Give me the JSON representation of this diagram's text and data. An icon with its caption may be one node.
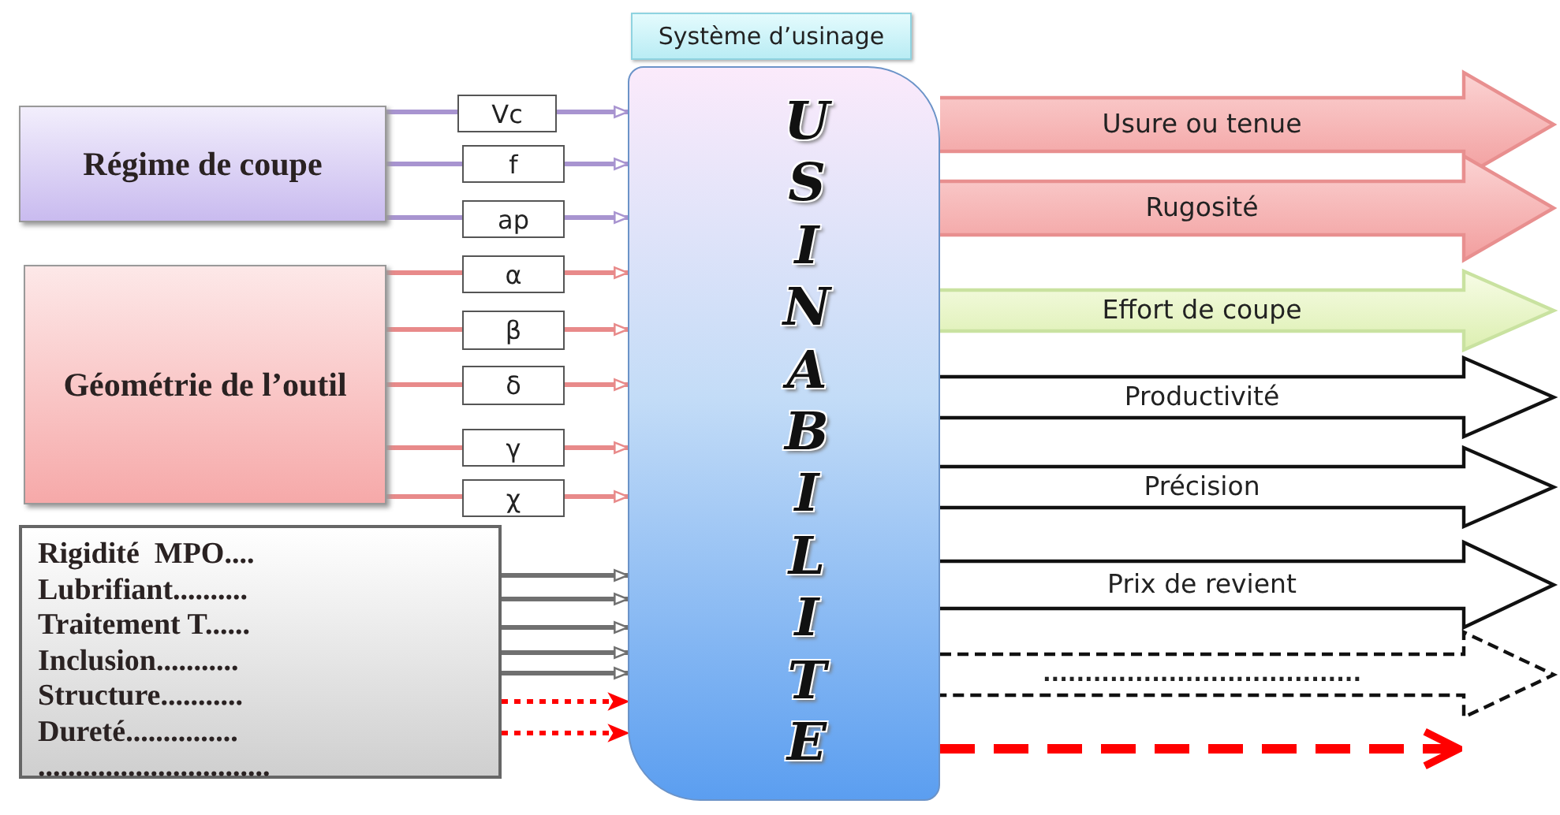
{
  "diagram": {
    "nodes": [
      {
        "text": [
          "Système d’usinage"
        ]
      },
      {
        "text": [
          "USINABILITE"
        ]
      },
      {
        "text": [
          "Régime de coupe"
        ]
      },
      {
        "text": [
          "Vc"
        ]
      },
      {
        "text": [
          "f"
        ]
      },
      {
        "text": [
          "ap"
        ]
      },
      {
        "text": [
          "Géométrie de l’outil"
        ]
      },
      {
        "text": [
          "α"
        ]
      },
      {
        "text": [
          "β"
        ]
      },
      {
        "text": [
          "δ"
        ]
      },
      {
        "text": [
          "γ"
        ]
      },
      {
        "text": [
          "χ"
        ]
      },
      {
        "text": [
          "Rigidité  MPO....",
          "Lubrifiant..........",
          "Traitement T......",
          "Inclusion...........",
          "Structure...........",
          "Dureté...............",
          "..............................."
        ]
      }
    ],
    "edges": [
      {
        "from": 2,
        "to": 3,
        "arrow": "none",
        "color": "#a894d0"
      },
      {
        "from": 2,
        "to": 4,
        "arrow": "none",
        "color": "#a894d0"
      },
      {
        "from": 2,
        "to": 5,
        "arrow": "none",
        "color": "#a894d0"
      },
      {
        "from": 3,
        "to": 1,
        "arrow": "to",
        "color": "#a894d0"
      },
      {
        "from": 4,
        "to": 1,
        "arrow": "to",
        "color": "#a894d0"
      },
      {
        "from": 5,
        "to": 1,
        "arrow": "to",
        "color": "#a894d0"
      },
      {
        "from": 6,
        "to": 7,
        "arrow": "none"
      },
      {
        "from": 6,
        "to": 8,
        "arrow": "none"
      },
      {
        "from": 6,
        "to": 9,
        "arrow": "none"
      },
      {
        "from": 6,
        "to": 10,
        "arrow": "none"
      },
      {
        "from": 6,
        "to": 11,
        "arrow": "none"
      },
      {
        "from": 7,
        "to": 1,
        "arrow": "to"
      },
      {
        "from": 8,
        "to": 1,
        "arrow": "to"
      },
      {
        "from": 9,
        "to": 1,
        "arrow": "to"
      },
      {
        "from": 10,
        "to": 1,
        "arrow": "to"
      },
      {
        "from": 11,
        "to": 1,
        "arrow": "to"
      },
      {
        "from": 12,
        "to": 1,
        "arrow": "to",
        "color": "#707070"
      },
      {
        "from": 12,
        "to": 1,
        "arrow": "to",
        "color": "#707070"
      },
      {
        "from": 12,
        "to": 1,
        "arrow": "to",
        "color": "#707070"
      },
      {
        "from": 12,
        "to": 1,
        "arrow": "to",
        "color": "#707070"
      },
      {
        "from": 12,
        "to": 1,
        "arrow": "to",
        "color": "#707070"
      },
      {
        "from": 12,
        "to": 1,
        "arrow": "to",
        "style": "dashed",
        "color": "#ff0000"
      },
      {
        "from": 12,
        "to": 1,
        "arrow": "to",
        "style": "dashed",
        "color": "#ff0000"
      },
      {
        "from": 1,
        "to": null,
        "arrow": "to",
        "label": "Usure ou tenue",
        "color": "#e88f8f"
      },
      {
        "from": 1,
        "to": null,
        "arrow": "to",
        "label": "Rugosité",
        "color": "#e88f8f"
      },
      {
        "from": 1,
        "to": null,
        "arrow": "to",
        "label": "Effort de coupe",
        "color": "#c9e2a0"
      },
      {
        "from": 1,
        "to": null,
        "arrow": "to",
        "label": "Productivité",
        "color": "#111111"
      },
      {
        "from": 1,
        "to": null,
        "arrow": "to",
        "label": "Précision",
        "color": "#111111"
      },
      {
        "from": 1,
        "to": null,
        "arrow": "to",
        "label": "Prix de revient",
        "color": "#111111"
      },
      {
        "from": 1,
        "to": null,
        "arrow": "to",
        "label": "......................................",
        "style": "dashed",
        "color": "#111111"
      },
      {
        "from": 1,
        "to": null,
        "arrow": "to",
        "style": "dashed",
        "color": "#ff0000"
      }
    ]
  }
}
